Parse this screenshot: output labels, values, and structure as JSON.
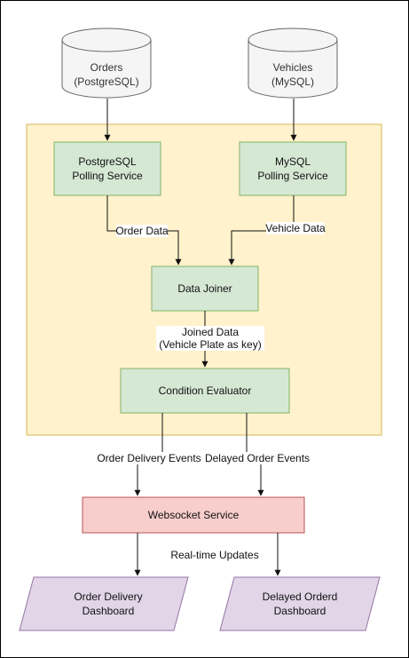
{
  "nodes": {
    "orders_db": {
      "line1": "Orders",
      "line2": "(PostgreSQL)"
    },
    "vehicles_db": {
      "line1": "Vehicles",
      "line2": "(MySQL)"
    },
    "pg_polling": {
      "line1": "PostgreSQL",
      "line2": "Polling Service"
    },
    "mysql_polling": {
      "line1": "MySQL",
      "line2": "Polling Service"
    },
    "data_joiner": {
      "label": "Data Joiner"
    },
    "condition_evaluator": {
      "label": "Condition Evaluator"
    },
    "websocket_service": {
      "label": "Websocket Service"
    },
    "order_dashboard": {
      "line1": "Order Delivery",
      "line2": "Dashboard"
    },
    "delayed_dashboard": {
      "line1": "Delayed Orderd",
      "line2": "Dashboard"
    }
  },
  "edges": {
    "order_data": "Order Data",
    "vehicle_data": "Vehicle Data",
    "joined_line1": "Joined Data",
    "joined_line2": "(Vehicle Plate as key)",
    "order_delivery_events": "Order Delivery Events",
    "delayed_order_events": "Delayed Order Events",
    "realtime_updates": "Real-time Updates"
  },
  "colors": {
    "container_fill": "#fff2cc",
    "container_stroke": "#d6b656",
    "service_fill": "#d5e8d4",
    "service_stroke": "#82b366",
    "websocket_fill": "#f8cecc",
    "websocket_stroke": "#b85450",
    "dashboard_fill": "#e1d5e7",
    "dashboard_stroke": "#9673a6",
    "db_fill": "#f5f5f5",
    "db_stroke": "#666666"
  }
}
